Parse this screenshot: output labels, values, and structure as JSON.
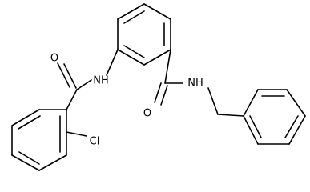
{
  "molecule": {
    "atoms": {
      "o_left": "O",
      "nh_left": "NH",
      "o_right": "O",
      "nh_right": "NH",
      "cl": "Cl"
    }
  }
}
